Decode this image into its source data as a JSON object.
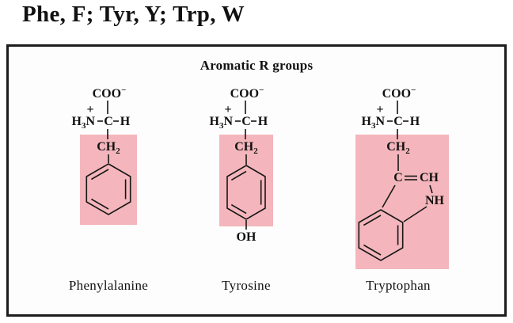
{
  "title": "Phe, F; Tyr, Y; Trp, W",
  "panel": {
    "header": "Aromatic R groups"
  },
  "colors": {
    "highlight": "#f4b6bc",
    "ink": "#111111"
  },
  "backbone": {
    "carboxyl": "COO",
    "carboxyl_charge": "−",
    "amino_h": "H",
    "amino_sub": "3",
    "amino_n": "N",
    "amino_charge": "+",
    "alpha_carbon": "C",
    "alpha_hydrogen": "H",
    "side_ch": "CH",
    "side_ch_sub": "2"
  },
  "molecules": [
    {
      "name": "Phenylalanine"
    },
    {
      "name": "Tyrosine",
      "hydroxyl": "OH"
    },
    {
      "name": "Tryptophan",
      "ring_c": "C",
      "ring_ch": "CH",
      "ring_nh": "NH"
    }
  ]
}
